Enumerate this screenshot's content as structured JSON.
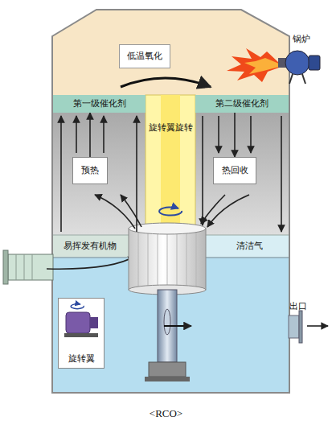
{
  "diagram": {
    "caption": "<RCO>",
    "nodes": [
      {
        "text": [
          "低温氧化"
        ]
      },
      {
        "text": [
          "第一级催化剂"
        ]
      },
      {
        "text": [
          "第二级催化剂"
        ]
      },
      {
        "text": [
          "预热"
        ]
      },
      {
        "text": [
          "旋转翼旋转"
        ]
      },
      {
        "text": [
          "热回收"
        ]
      },
      {
        "text": [
          "易挥发有机物"
        ]
      },
      {
        "text": [
          "清洁气"
        ]
      },
      {
        "text": [
          "旋转翼"
        ]
      }
    ],
    "edges": [
      {
        "from": 3,
        "to": 1,
        "arrow": "to"
      },
      {
        "from": 2,
        "to": 5,
        "arrow": "to"
      }
    ],
    "labels": [
      "锅炉",
      "出口"
    ]
  }
}
